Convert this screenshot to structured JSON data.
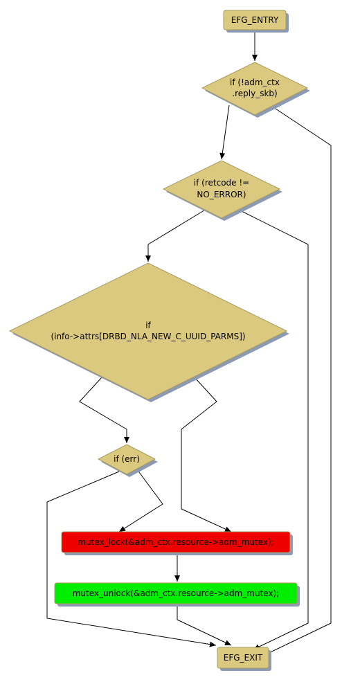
{
  "nodes": {
    "entry": {
      "label": "EFG_ENTRY"
    },
    "cond_reply_skb": {
      "lines": [
        "if (!adm_ctx",
        ".reply_skb)"
      ]
    },
    "cond_retcode": {
      "lines": [
        "if (retcode !=",
        "NO_ERROR)"
      ]
    },
    "cond_attrs": {
      "lines": [
        "if",
        "(info->attrs[DRBD_NLA_NEW_C_UUID_PARMS])"
      ]
    },
    "cond_err": {
      "label": "if (err)"
    },
    "mutex_lock": {
      "label": "mutex_lock(&adm_ctx.resource->adm_mutex);"
    },
    "mutex_unlock": {
      "label": "mutex_unlock(&adm_ctx.resource->adm_mutex);"
    },
    "exit": {
      "label": "EFG_EXIT"
    }
  },
  "colors": {
    "node_fill": "#dbc97f",
    "node_stroke": "#a89a5f",
    "shadow": "#8c9bb3",
    "lock_fill": "#ee0000",
    "unlock_fill": "#00ee00",
    "edge": "#000000"
  }
}
